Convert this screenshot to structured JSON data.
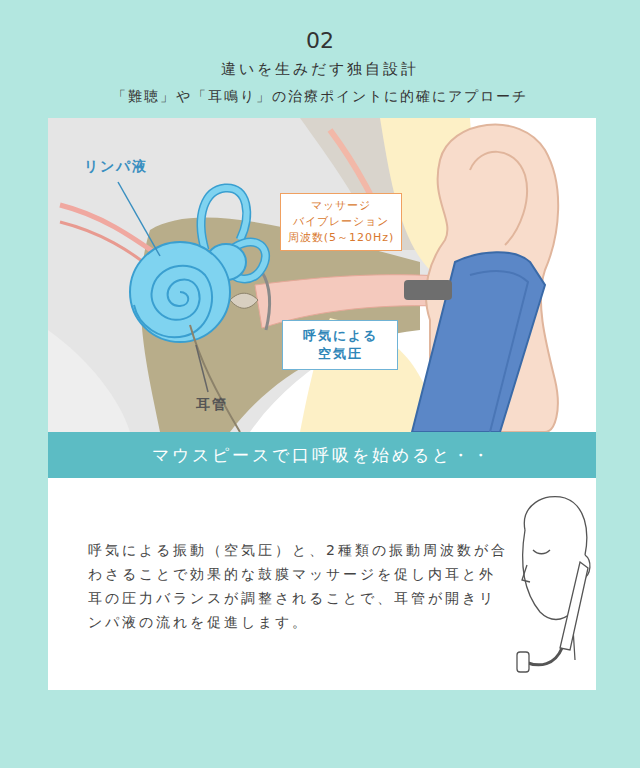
{
  "diagram": {
    "title": "違いを生みだす独自設計",
    "nodes": [
      {
        "text": [
          "マッサージ バイブレーション 周波数(5～120Hz)"
        ]
      },
      {
        "text": [
          "呼気による 空気圧"
        ]
      },
      {
        "text": [
          "マウスピースで口呼吸を始めると・・"
        ]
      }
    ],
    "labels": [
      "02",
      "「難聴」や「耳鳴り」の治療ポイントに的確にアプローチ",
      "リンパ液",
      "耳管",
      "呼気による振動（空気圧）と、2種類の振動周波数が合わさることで効果的な鼓膜マッサージを促し内耳と外耳の圧力バランスが調整されることで、耳管が開きリンパ液の流れを促進します。"
    ]
  }
}
